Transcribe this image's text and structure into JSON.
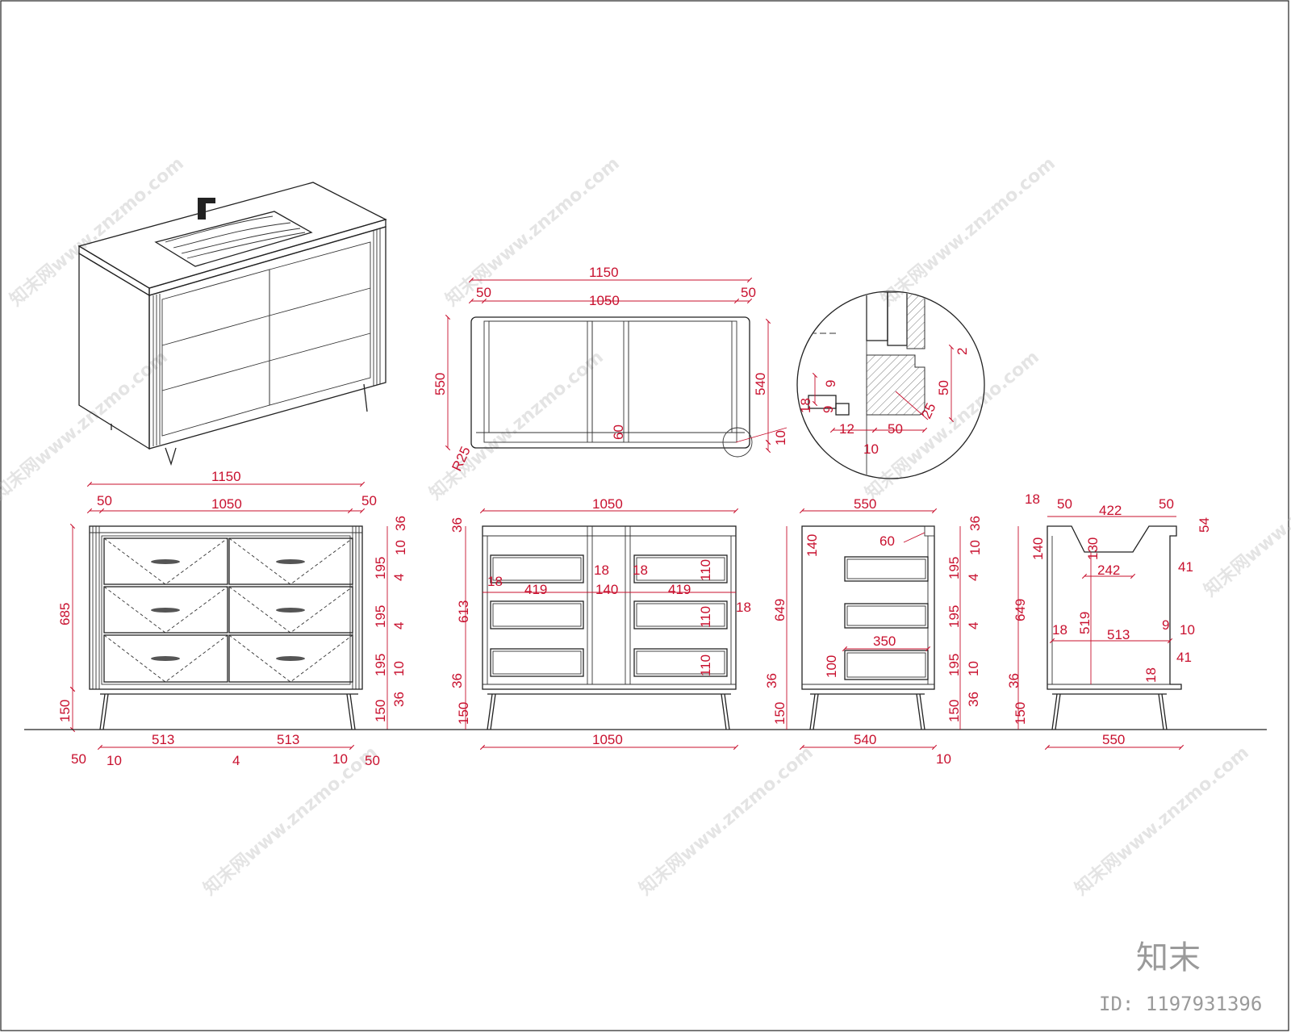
{
  "brand": {
    "mark": "知末",
    "id_text": "ID: 1197931396"
  },
  "watermark": {
    "text": "知末网www.znzmo.com"
  },
  "views": {
    "plan": {
      "dims": {
        "overall_width": "1150",
        "left_edge": "50",
        "inner_width": "1050",
        "right_edge": "50",
        "depth_left": "550",
        "depth_right": "540",
        "gap": "10",
        "center_gap": "60",
        "radius": "R25"
      }
    },
    "detail": {
      "dims": {
        "d9": "9",
        "d18": "18",
        "d9b": "9",
        "d12": "12",
        "d50h": "50",
        "d10": "10",
        "d2": "2",
        "d50v": "50",
        "d25": "25"
      }
    },
    "front": {
      "dims": {
        "overall_width": "1150",
        "left_edge": "50",
        "inner_width": "1050",
        "right_edge": "50",
        "height": "685",
        "leg": "150",
        "r_top": "36",
        "r_gap1": "10",
        "r_d1": "195",
        "r_g1": "4",
        "r_d2": "195",
        "r_g2": "4",
        "r_d3": "195",
        "r_gap2": "10",
        "r_base": "36",
        "r_leg": "150",
        "b_left_half": "513",
        "b_right_half": "513",
        "b_l50": "50",
        "b_l10": "10",
        "b_mid": "4",
        "b_r10": "10",
        "b_r50": "50"
      }
    },
    "section_front": {
      "dims": {
        "top_width": "1050",
        "top": "36",
        "body": "613",
        "base": "36",
        "leg": "150",
        "side_l": "18",
        "left_bay": "419",
        "mid_l": "18",
        "mid": "140",
        "mid_r": "18",
        "right_bay": "419",
        "side_r": "18",
        "drawer1": "110",
        "drawer2": "110",
        "drawer3": "110",
        "bottom_width": "1050"
      }
    },
    "side": {
      "dims": {
        "top_width": "550",
        "top_drawer": "140",
        "lip": "60",
        "body": "649",
        "base": "36",
        "leg": "150",
        "drawer_depth": "350",
        "drawer_h": "100",
        "bottom_width": "540",
        "bottom_gap": "10",
        "r_top": "36",
        "r_gap1": "10",
        "r_d1": "195",
        "r_g1": "4",
        "r_d2": "195",
        "r_g2": "4",
        "r_d3": "195",
        "r_gap2": "10",
        "r_base": "36",
        "r_leg": "150"
      }
    },
    "side_section": {
      "dims": {
        "t18": "18",
        "t50l": "50",
        "opening": "422",
        "t50r": "50",
        "t54": "54",
        "sink_depth": "140",
        "inner_depth": "130",
        "bowl": "242",
        "d41a": "41",
        "body": "649",
        "inner_h": "519",
        "inner_w": "513",
        "s18": "18",
        "d9": "9",
        "d10": "10",
        "d41b": "41",
        "d18b": "18",
        "base": "36",
        "leg": "150",
        "bottom_width": "550"
      }
    }
  }
}
